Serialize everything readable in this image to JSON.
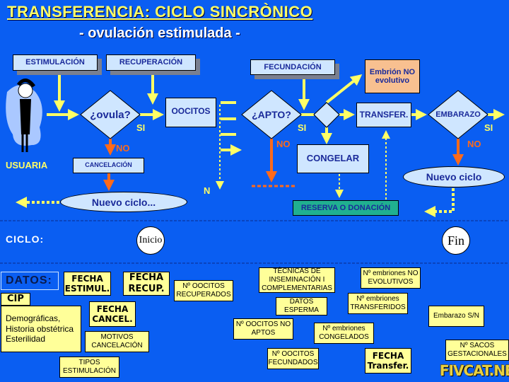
{
  "title": "TRANSFERENCIA: CICLO SINCRÒNICO",
  "subtitle": "- ovulación estimulada -",
  "flow": {
    "estimulacion": "ESTIMULACIÓN",
    "recuperacion": "RECUPERACIÓN",
    "fecundacion": "FECUNDACIÓN",
    "embrion_no_evolutivo": "Embrión NO evolutivo",
    "ovula": "¿ovula?",
    "oocitos": "OOCITOS",
    "apto": "¿APTO?",
    "transfer": "TRANSFER.",
    "embarazo": "EMBARAZO",
    "cancelacion": "CANCELACIÓN",
    "congelar": "CONGELAR",
    "reserva": "RESERVA O DONACIÓN",
    "nuevo_ciclo_left": "Nuevo ciclo...",
    "nuevo_ciclo_right": "Nuevo ciclo",
    "usuaria": "USUARIA",
    "si": "SI",
    "no": "NO",
    "n": "N"
  },
  "ciclo": {
    "label": "CICLO:",
    "inicio": "Inicio",
    "fin": "Fin"
  },
  "datos": {
    "label": "DATOS:",
    "cip": "CIP",
    "cip_detail": "Demográficas, Historia obstétrica Esterilidad",
    "fecha_estimul": "FECHA ESTIMUL.",
    "fecha_recup": "FECHA RECUP.",
    "fecha_cancel": "FECHA CANCEL.",
    "motivos_cancel": "MOTIVOS CANCELACIÓN",
    "tipos_estim": "TIPOS ESTIMULACIÓN",
    "oocitos_recup": "Nº OOCITOS RECUPERADOS",
    "tecnicas": "TÈCNICAS DE INSEMINACIÓN I COMPLEMENTARIAS",
    "datos_esperma": "DATOS ESPERMA",
    "oocitos_no_aptos": "Nº OOCITOS NO APTOS",
    "oocitos_fecundados": "Nº OOCITOS FECUNDADOS",
    "emb_no_evol": "Nº embriones NO EVOLUTIVOS",
    "emb_transf": "Nº embriones TRANSFERIDOS",
    "emb_cong": "Nº embriones CONGELADOS",
    "fecha_transfer": "FECHA Transfer.",
    "embarazo_sn": "Embarazo S/N",
    "sacos": "Nº SACOS GESTACIONALES"
  },
  "logo": "FIVCAT.NET"
}
